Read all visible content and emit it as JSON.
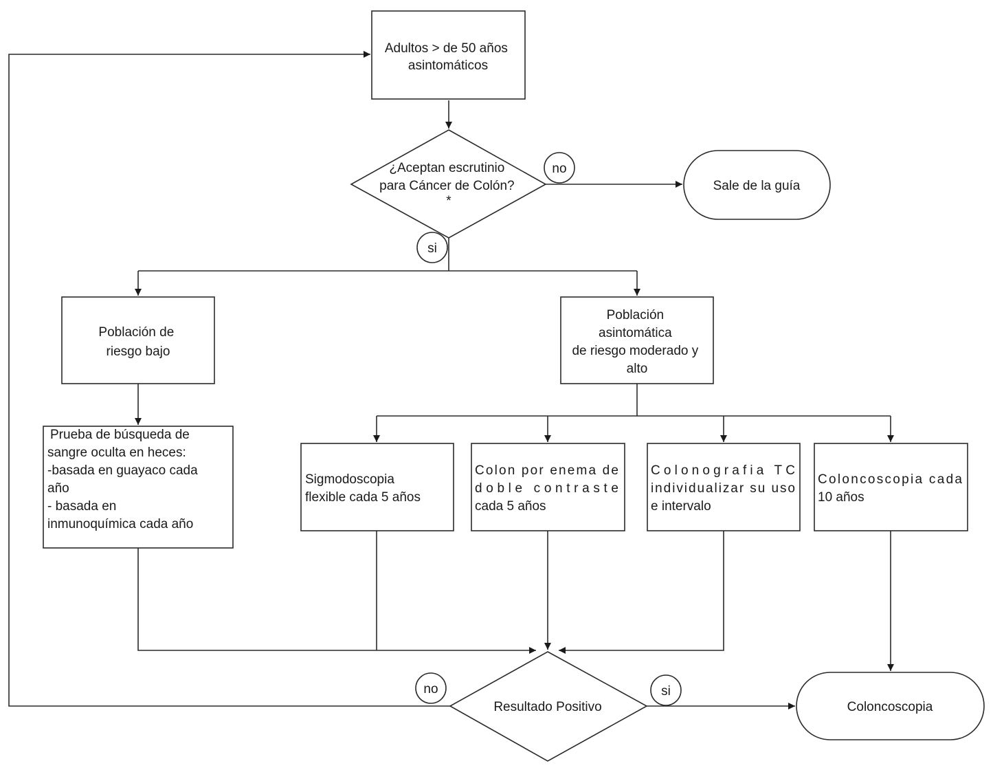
{
  "diagram": {
    "start_box": {
      "lines": [
        "Adultos > de 50 años",
        "asintomáticos"
      ]
    },
    "decision_screening": {
      "lines": [
        "¿Aceptan escrutinio",
        "para Cáncer de Colón?",
        "*"
      ]
    },
    "exit_terminal": {
      "text": "Sale de la guía"
    },
    "low_risk_box": {
      "lines": [
        "Población de",
        "riesgo bajo"
      ]
    },
    "moderate_high_box": {
      "lines": [
        "Población",
        "asintomática",
        "de riesgo moderado y",
        "alto"
      ]
    },
    "fecal_test_box": {
      "lines": [
        "Prueba de búsqueda de",
        "sangre oculta en heces:",
        "-basada en guayaco cada",
        "año",
        "- basada en",
        "inmunoquímica cada año"
      ]
    },
    "sigmoidoscopy_box": {
      "lines": [
        "Sigmodoscopia",
        "flexible cada 5 años"
      ]
    },
    "barium_enema_box": {
      "lines": [
        "Colon por enema de",
        "doble contraste",
        "cada 5 años"
      ]
    },
    "ct_colonography_box": {
      "lines": [
        "Colonografia TC",
        "individualizar su uso",
        "e intervalo"
      ]
    },
    "colonoscopy_10y_box": {
      "lines": [
        "Coloncoscopia cada",
        "10 años"
      ]
    },
    "decision_result": {
      "text": "Resultado Positivo"
    },
    "colonoscopy_terminal": {
      "text": "Coloncoscopia"
    },
    "connector_labels": {
      "screening_no": "no",
      "screening_yes": "si",
      "result_no": "no",
      "result_yes": "si"
    }
  }
}
